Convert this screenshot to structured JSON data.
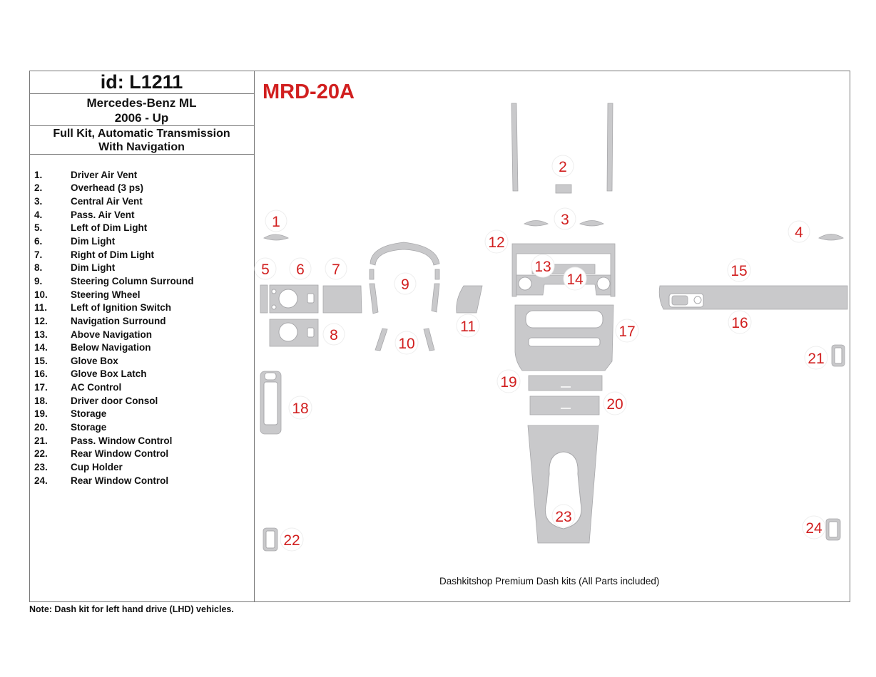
{
  "header": {
    "id_label": "id: L1211",
    "vehicle_line1": "Mercedes-Benz ML",
    "vehicle_line2": "2006 - Up",
    "kit_line1": "Full Kit, Automatic Transmission",
    "kit_line2": "With Navigation"
  },
  "parts": [
    {
      "num": "1.",
      "name": "Driver Air Vent"
    },
    {
      "num": "2.",
      "name": "Overhead (3 ps)"
    },
    {
      "num": "3.",
      "name": "Central Air Vent"
    },
    {
      "num": "4.",
      "name": "Pass. Air Vent"
    },
    {
      "num": "5.",
      "name": "Left of Dim Light"
    },
    {
      "num": "6.",
      "name": "Dim Light"
    },
    {
      "num": "7.",
      "name": "Right of Dim Light"
    },
    {
      "num": "8.",
      "name": "Dim Light"
    },
    {
      "num": "9.",
      "name": "Steering Column Surround"
    },
    {
      "num": "10.",
      "name": "Steering Wheel"
    },
    {
      "num": "11.",
      "name": "Left of Ignition Switch"
    },
    {
      "num": "12.",
      "name": "Navigation Surround"
    },
    {
      "num": "13.",
      "name": "Above Navigation"
    },
    {
      "num": "14.",
      "name": "Below Navigation"
    },
    {
      "num": "15.",
      "name": "Glove Box"
    },
    {
      "num": "16.",
      "name": "Glove Box Latch"
    },
    {
      "num": "17.",
      "name": "AC Control"
    },
    {
      "num": "18.",
      "name": "Driver door Consol"
    },
    {
      "num": "19.",
      "name": "Storage"
    },
    {
      "num": "20.",
      "name": "Storage"
    },
    {
      "num": "21.",
      "name": "Pass. Window Control"
    },
    {
      "num": "22.",
      "name": "Rear Window Control"
    },
    {
      "num": "23.",
      "name": "Cup Holder"
    },
    {
      "num": "24.",
      "name": "Rear Window Control"
    }
  ],
  "diagram": {
    "code": "MRD-20A",
    "labels": [
      "1",
      "2",
      "3",
      "4",
      "5",
      "6",
      "7",
      "8",
      "9",
      "10",
      "11",
      "12",
      "13",
      "14",
      "15",
      "16",
      "17",
      "18",
      "19",
      "20",
      "21",
      "22",
      "23",
      "24"
    ],
    "footer": "Dashkitshop Premium Dash kits (All Parts included)"
  },
  "note": "Note: Dash kit for left hand drive (LHD)  vehicles.",
  "colors": {
    "accent": "#d11f1f",
    "part_fill": "#c9c9cb"
  }
}
